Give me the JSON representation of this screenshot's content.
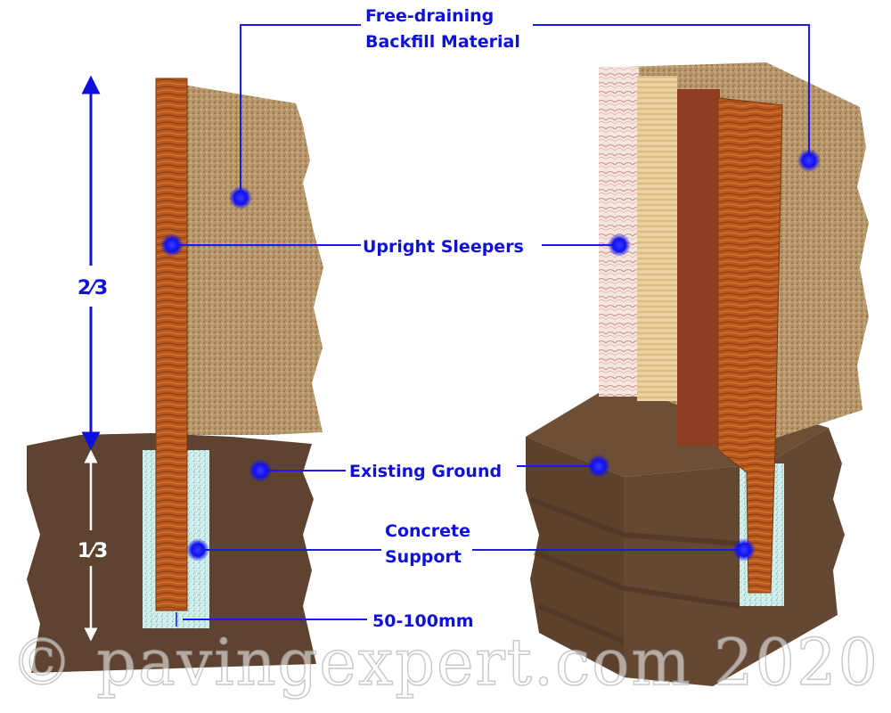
{
  "labels": {
    "backfill_line1": "Free-draining",
    "backfill_line2": "Backfill Material",
    "sleepers": "Upright Sleepers",
    "ground": "Existing Ground",
    "concrete_line1": "Concrete",
    "concrete_line2": "Support",
    "gap": "50-100mm"
  },
  "dimensions": {
    "upper_fraction": "2⁄3",
    "lower_fraction": "1⁄3"
  },
  "watermark": "© pavingexpert.com 2020",
  "colors": {
    "label": "#1010dd",
    "leader": "#1a1aee",
    "backfill": "#b8976b",
    "ground": "#5e4330",
    "concrete": "#bfe3df",
    "timber": "#b85a1e",
    "lower_arrow": "#ffffff"
  }
}
